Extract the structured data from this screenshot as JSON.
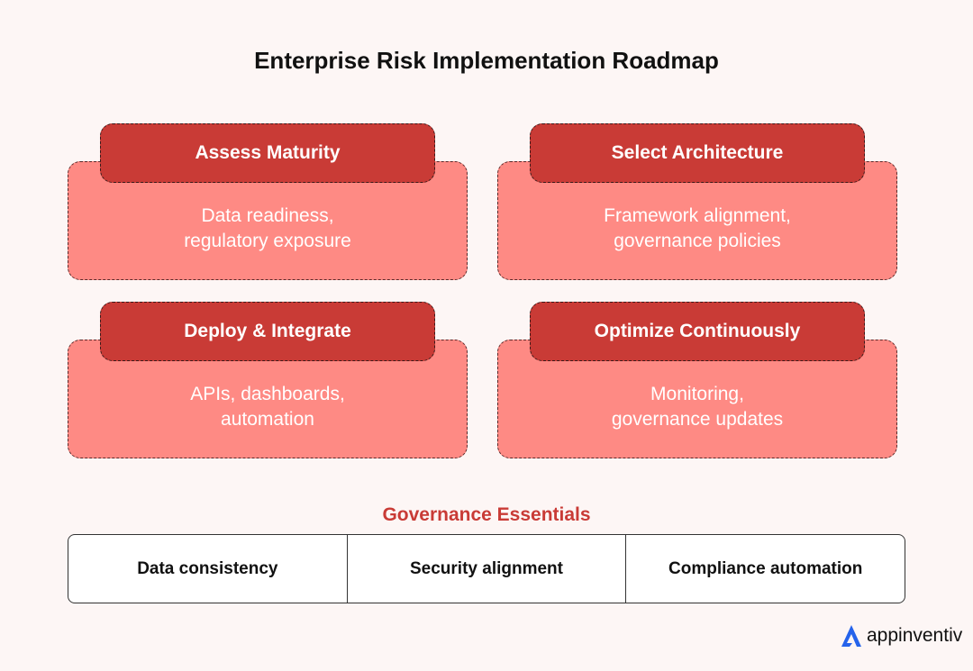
{
  "title": "Enterprise Risk Implementation Roadmap",
  "steps": [
    {
      "heading": "Assess Maturity",
      "line1": "Data readiness,",
      "line2": "regulatory exposure"
    },
    {
      "heading": "Select Architecture",
      "line1": "Framework alignment,",
      "line2": "governance policies"
    },
    {
      "heading": "Deploy & Integrate",
      "line1": "APIs, dashboards,",
      "line2": "automation"
    },
    {
      "heading": "Optimize Continuously",
      "line1": "Monitoring,",
      "line2": "governance updates"
    }
  ],
  "governance": {
    "title": "Governance Essentials",
    "items": [
      "Data consistency",
      "Security alignment",
      "Compliance automation"
    ]
  },
  "brand": {
    "name": "appinventiv",
    "icon": "a-logo-icon",
    "color": "#2563eb"
  },
  "colors": {
    "tab": "#c93b36",
    "card": "#fe8a84",
    "accent": "#c93b36",
    "background": "#fdf6f5"
  }
}
